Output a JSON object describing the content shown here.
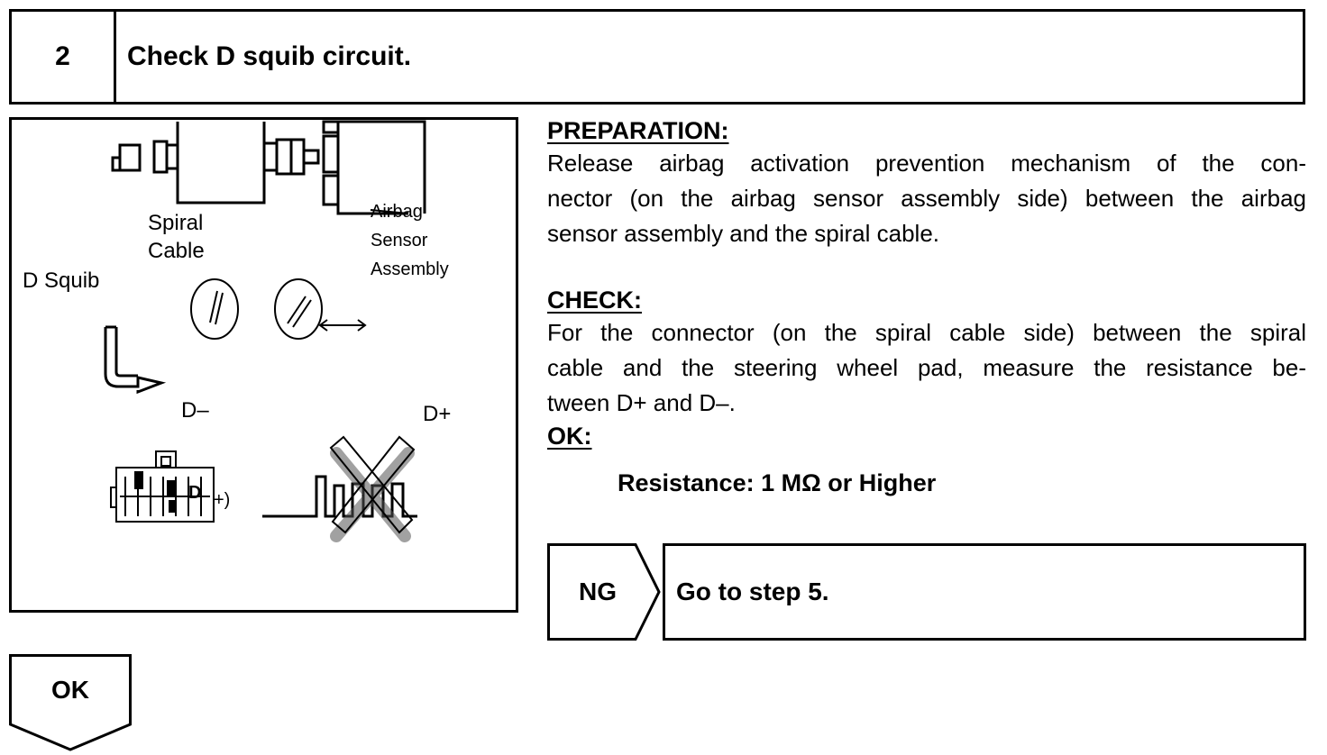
{
  "step": {
    "number": "2",
    "title": "Check D squib circuit."
  },
  "figure": {
    "labels": {
      "spiral_cable_line1": "Spiral",
      "spiral_cable_line2": "Cable",
      "airbag_sensor_line1": "Airbag",
      "airbag_sensor_line2": "Sensor",
      "airbag_sensor_line3": "Assembly",
      "d_squib": "D Squib",
      "d_minus": "D–",
      "d_plus": "D+",
      "connector_side_mark": "+)"
    }
  },
  "preparation": {
    "heading": "PREPARATION:",
    "line1": "Release airbag activation prevention mechanism of the con-",
    "line2": "nector (on the airbag sensor assembly side) between the airbag",
    "line3": "sensor assembly and the spiral cable."
  },
  "check": {
    "heading": "CHECK:",
    "line1": "For the connector (on the spiral cable side) between the spiral",
    "line2": "cable and the steering wheel pad, measure the resistance be-",
    "line3": "tween D+ and D–."
  },
  "ok_spec": {
    "heading": "OK:",
    "value": "Resistance: 1 MΩ  or Higher"
  },
  "result_ng": {
    "label": "NG",
    "action": "Go to step 5."
  },
  "result_ok": {
    "label": "OK"
  }
}
